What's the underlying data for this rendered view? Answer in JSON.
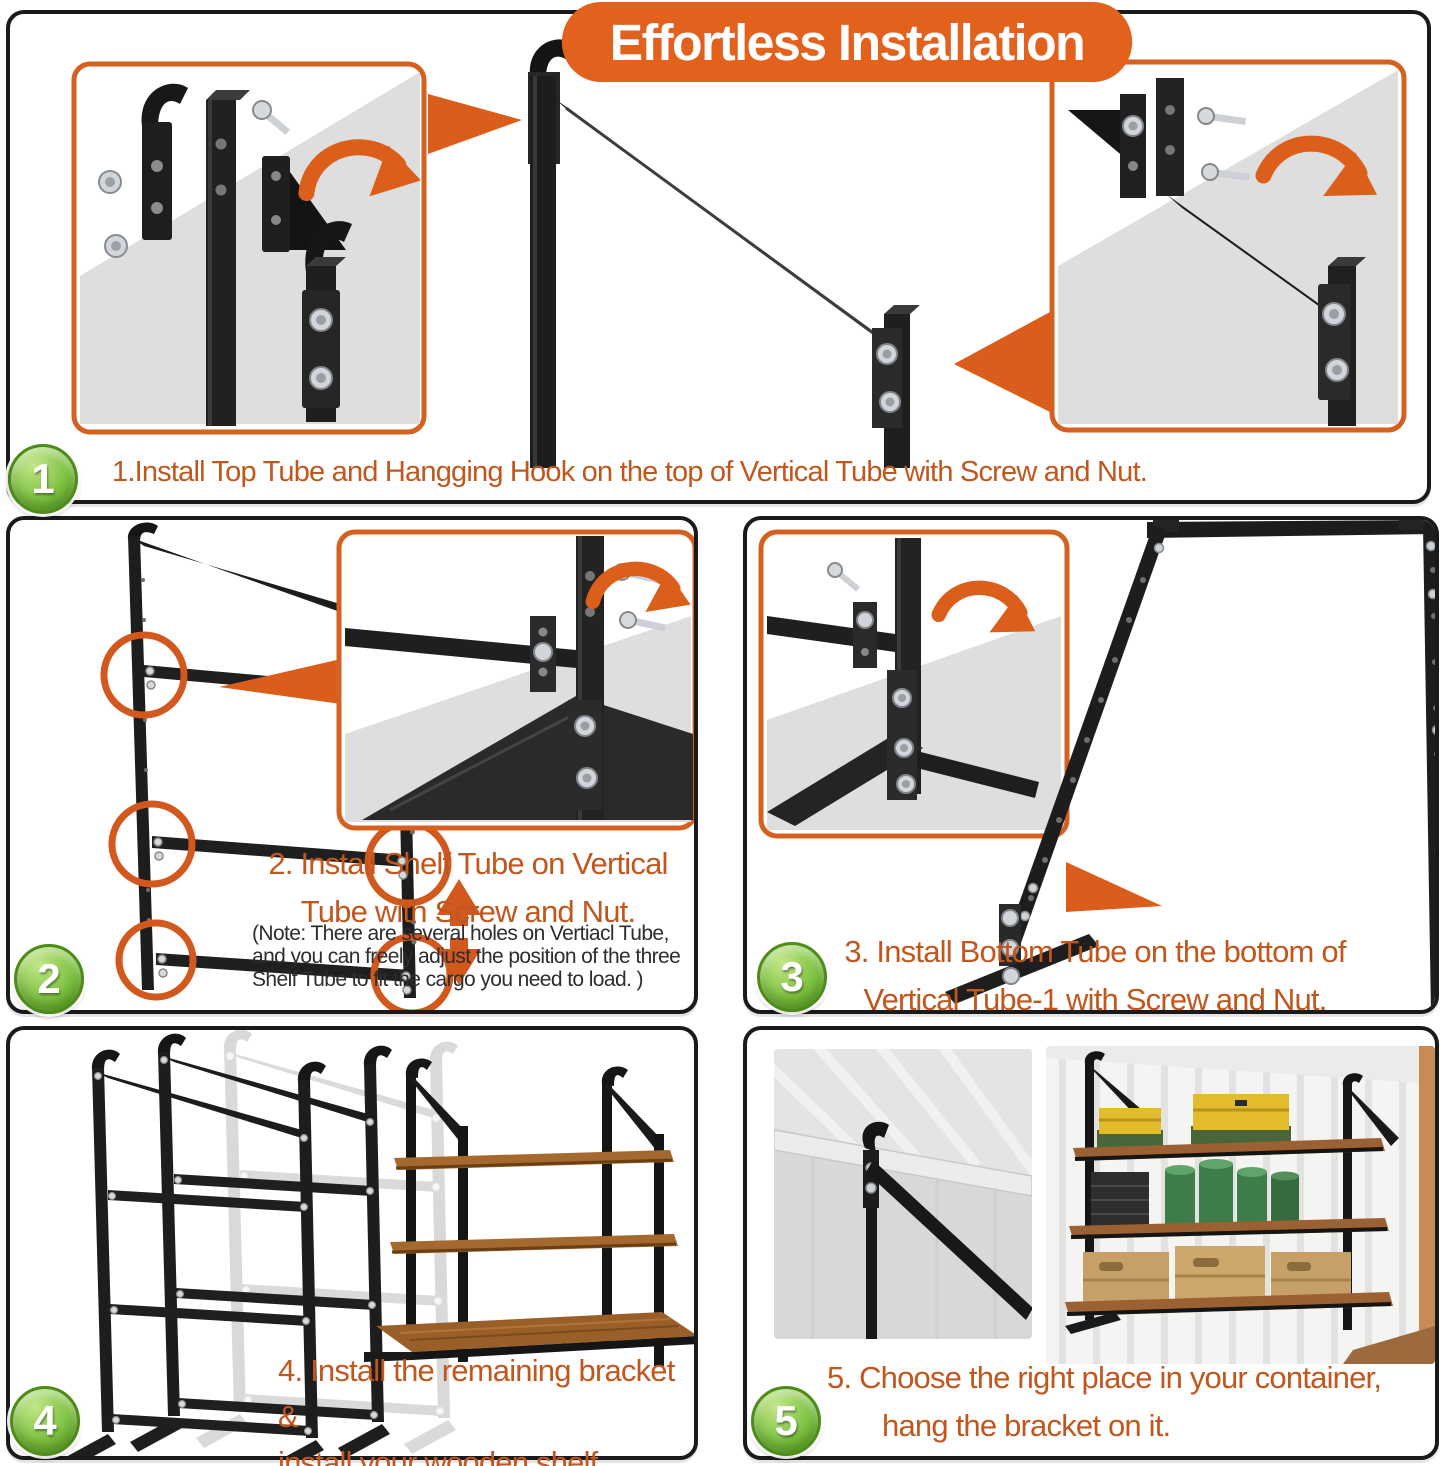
{
  "title": "Effortless Installation",
  "steps": {
    "s1": {
      "number": "1",
      "text": "1.Install Top Tube and Hangging Hook on the top of Vertical Tube with Screw and Nut."
    },
    "s2": {
      "number": "2",
      "line1": "2. Install Shelf Tube on Vertical",
      "line2": "Tube with Screw and Nut.",
      "note1": "(Note: There are several holes on Vertiacl Tube,",
      "note2": "and you can freely adjust the position of the three",
      "note3": "Shelf Tube to fit the cargo you need to load. )"
    },
    "s3": {
      "number": "3",
      "line1": "3. Install Bottom Tube on the bottom of",
      "line2": "Vertical Tube-1 with Screw and Nut."
    },
    "s4": {
      "number": "4",
      "line1": "4. Install the remaining bracket &",
      "line2": "install your wooden shelf."
    },
    "s5": {
      "number": "5",
      "line1": "5. Choose the right place in your container,",
      "line2": "hang the bracket on it."
    }
  },
  "colors": {
    "accent_orange": "#E2611C",
    "step_text_orange": "#C2571E",
    "note_text": "#2D2D2D",
    "badge_green": "#7DC242",
    "panel_border": "#1A1A1A",
    "metal_black": "#1D1D1D",
    "screw_silver": "#D2D6DA",
    "wood_brown": "#9C6132",
    "inset_gray": "#DEDEDE"
  },
  "icons": [
    "hook-icon",
    "screw-icon",
    "bolt-icon",
    "curved-arrow-icon",
    "callout-arrow-icon",
    "circle-highlight-icon",
    "double-arrow-icon"
  ]
}
